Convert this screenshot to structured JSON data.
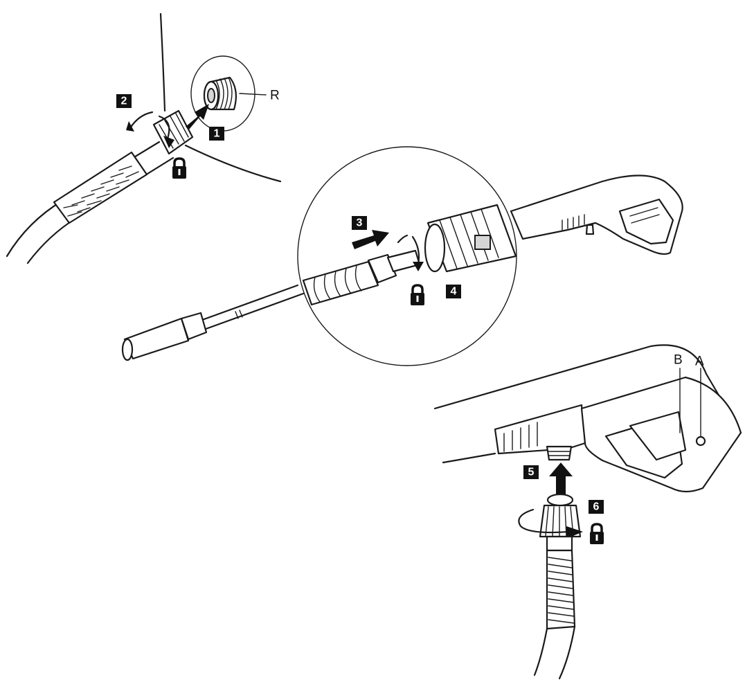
{
  "steps": [
    "1",
    "2",
    "3",
    "4",
    "5",
    "6"
  ],
  "part_labels": {
    "r": "R",
    "a": "A",
    "b": "B"
  },
  "icons": [
    "lock-icon",
    "push-arrow-icon",
    "rotate-arrow-icon"
  ]
}
